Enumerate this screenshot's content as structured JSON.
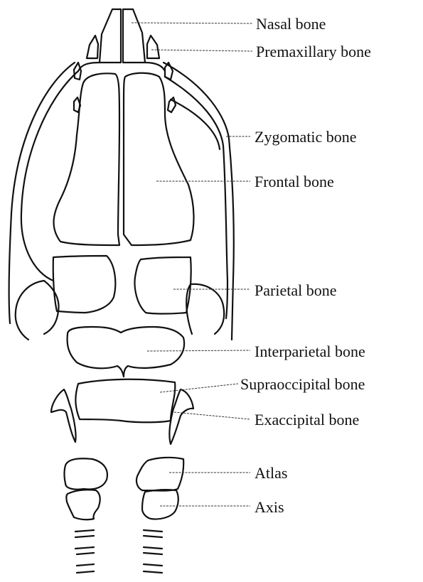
{
  "labels": {
    "nasal": "Nasal bone",
    "premaxillary": "Premaxillary bone",
    "zygomatic": "Zygomatic bone",
    "frontal": "Frontal bone",
    "parietal": "Parietal bone",
    "interparietal": "Interparietal bone",
    "supraoccipital": "Supraoccipital bone",
    "exaccipital": "Exaccipital bone",
    "atlas": "Atlas",
    "axis": "Axis"
  }
}
